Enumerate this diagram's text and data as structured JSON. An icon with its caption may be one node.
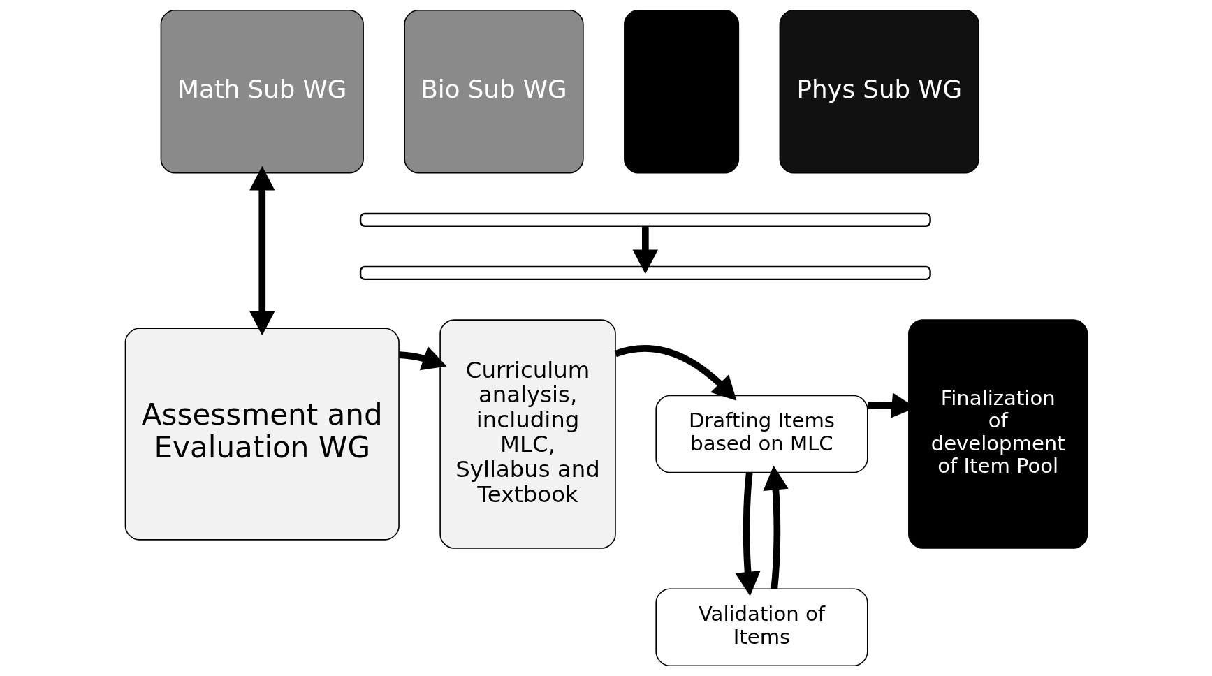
{
  "diagram": {
    "nodes": [
      {
        "text": [
          "Math Sub WG"
        ]
      },
      {
        "text": [
          "Bio Sub WG"
        ]
      },
      {
        "text": [],
        "shape": "box"
      },
      {
        "text": [
          "Phys Sub WG"
        ]
      },
      {
        "text": [],
        "shape": "bracket"
      },
      {
        "text": [],
        "shape": "bracket"
      },
      {
        "text": [
          "Assessment and Evaluation WG"
        ]
      },
      {
        "text": [
          "Curriculum analysis, including MLC, Syllabus and Textbook"
        ]
      },
      {
        "text": [
          "Drafting Items based on MLC"
        ]
      },
      {
        "text": [
          "Validation of Items"
        ]
      },
      {
        "text": [
          "Finalization of development of Item Pool"
        ]
      }
    ],
    "edges": [
      {
        "from": 0,
        "to": 6,
        "arrow": "both"
      },
      {
        "from": 4,
        "to": 5,
        "arrow": "to"
      },
      {
        "from": 6,
        "to": 7,
        "arrow": "to"
      },
      {
        "from": 7,
        "to": 8,
        "arrow": "to"
      },
      {
        "from": 9,
        "to": 8,
        "arrow": "to"
      },
      {
        "from": 8,
        "to": 9,
        "arrow": "to"
      },
      {
        "from": 8,
        "to": 10,
        "arrow": "to"
      }
    ]
  }
}
